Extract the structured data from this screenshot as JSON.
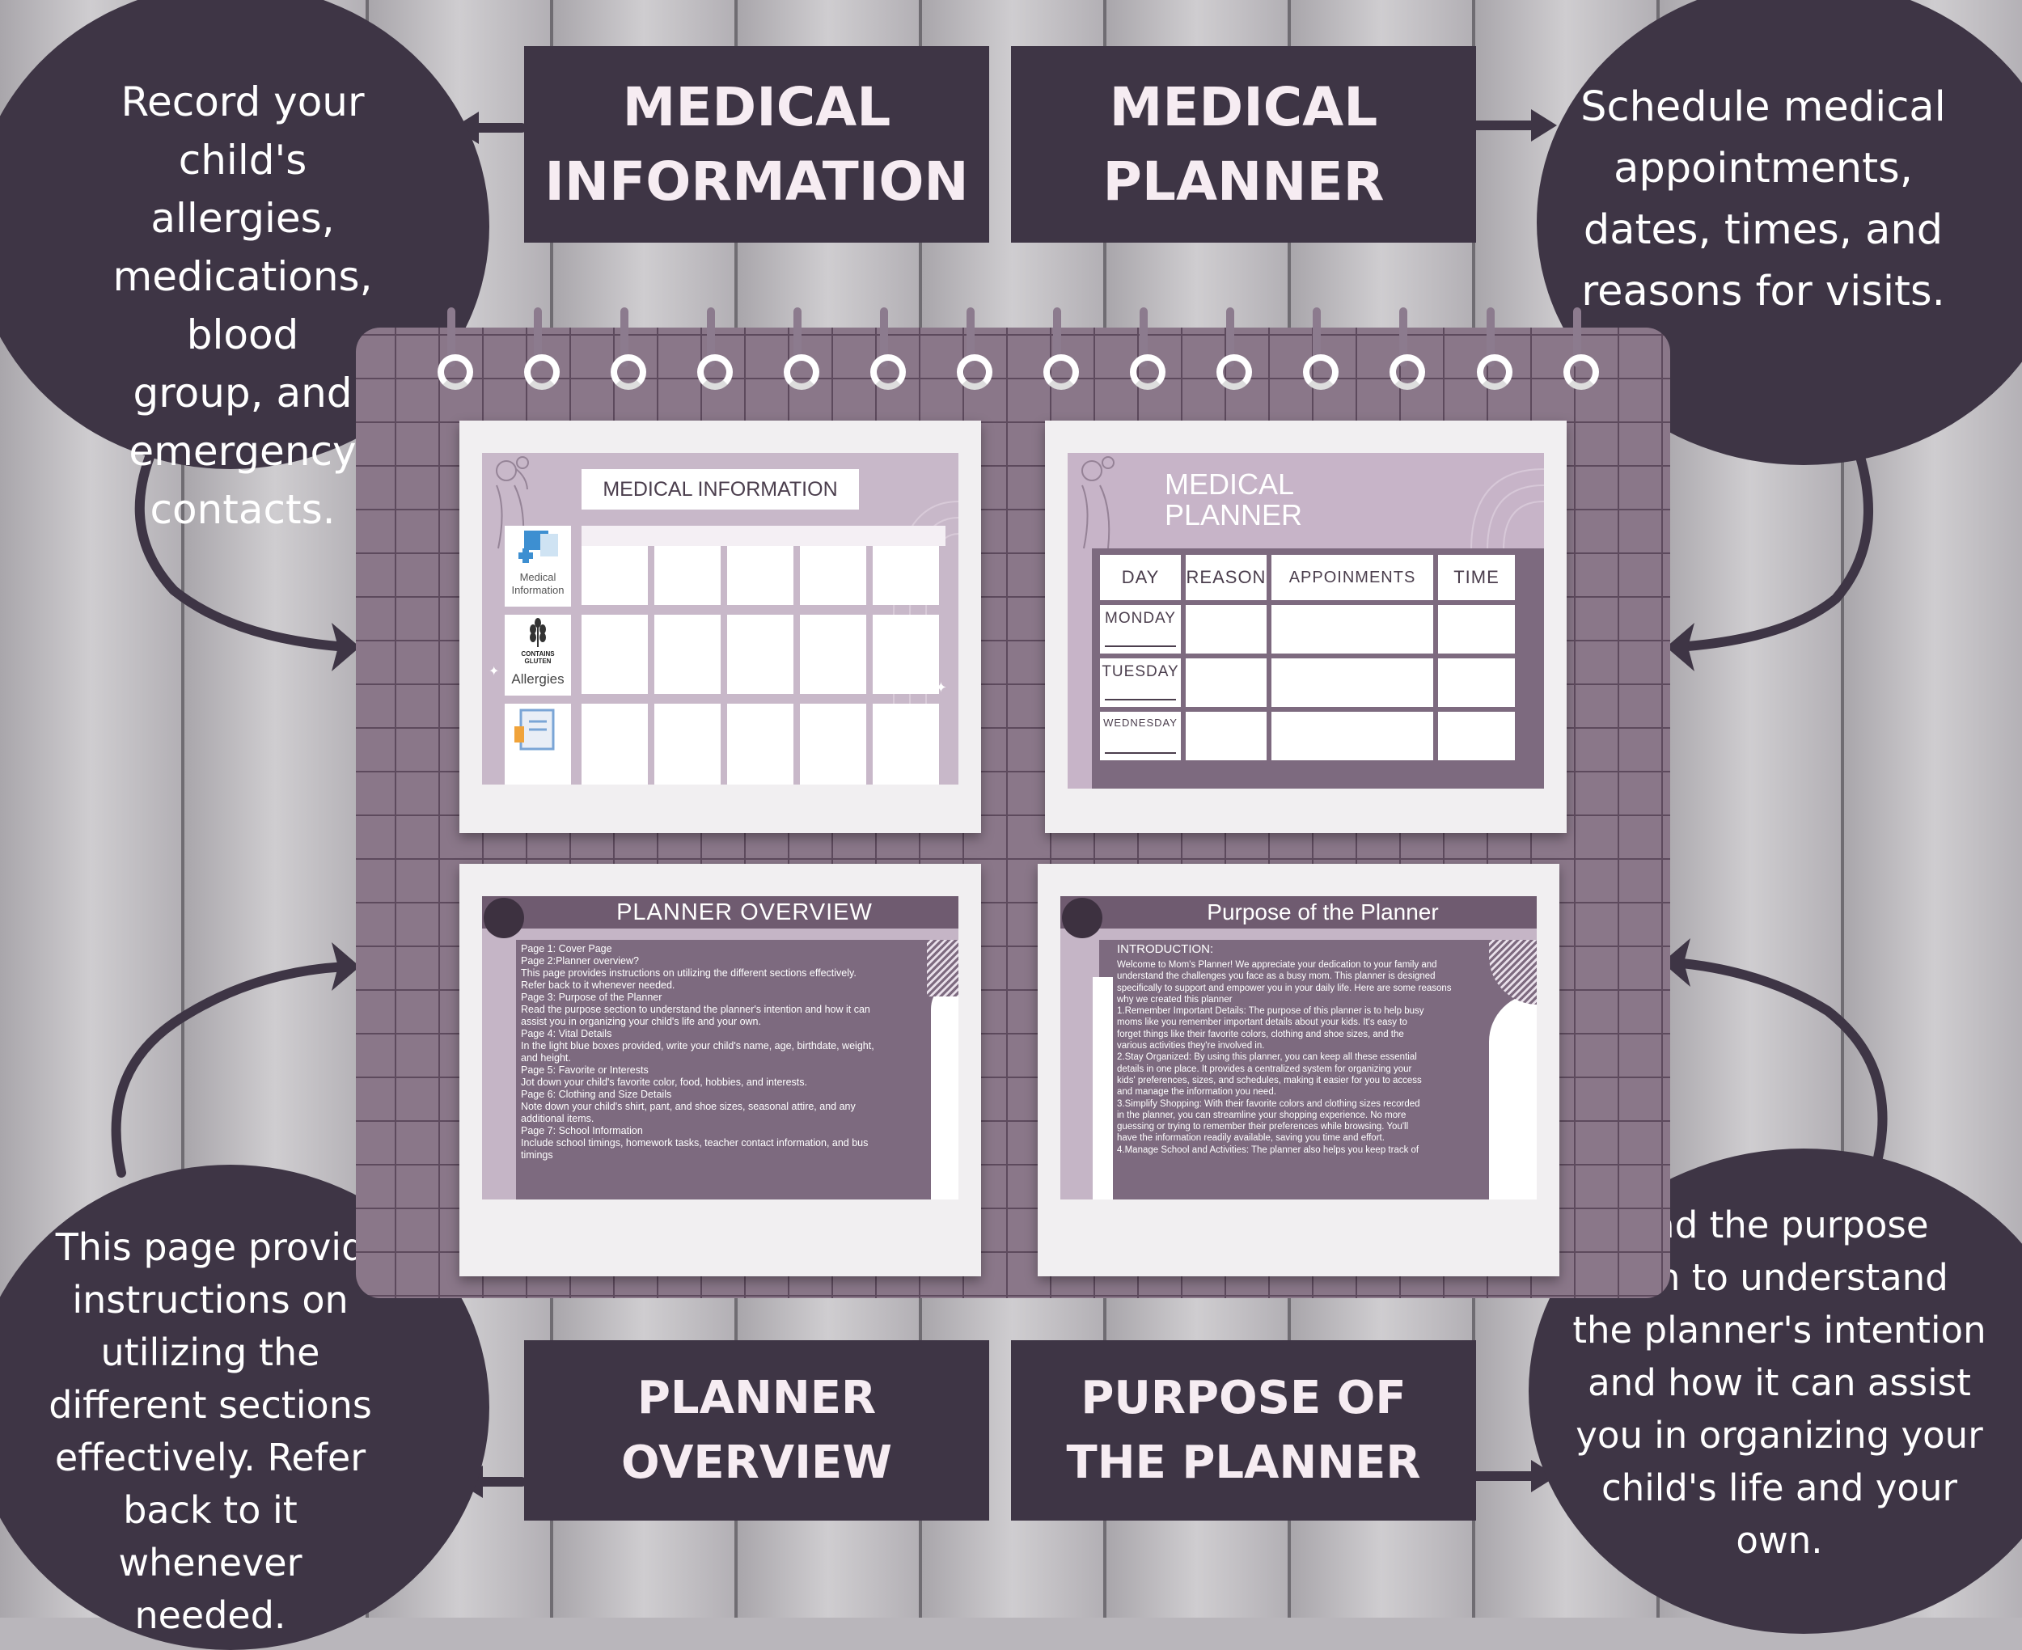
{
  "labels": {
    "medical_information": "MEDICAL\nINFORMATION",
    "medical_planner": "MEDICAL\nPLANNER",
    "planner_overview": "PLANNER\nOVERVIEW",
    "purpose_of_planner": "PURPOSE OF\nTHE PLANNER"
  },
  "circles": {
    "top_left": "Record your child's\nallergies,\nmedications, blood\ngroup, and\nemergency\ncontacts.",
    "top_right": "Schedule medical\nappointments,\ndates, times, and\nreasons for visits.",
    "bottom_left": "This page provid\ninstructions on\nutilizing the\ndifferent sections\neffectively. Refer\nback to it whenever\nneeded.",
    "bottom_right": "ead the purpose\ntion to understand\nthe planner's intention\nand how it can assist\nyou in organizing your\nchild's life and your\nown."
  },
  "slide_medical_information": {
    "title": "MEDICAL INFORMATION",
    "row1": "Medical\nInformation",
    "badge": "CONTAINS\nGLUTEN",
    "row2": "Allergies"
  },
  "slide_medical_planner": {
    "title": "MEDICAL\nPLANNER",
    "headers": [
      "DAY",
      "REASON",
      "APPOINMENTS",
      "TIME"
    ],
    "days": [
      "MONDAY",
      "TUESDAY",
      "WEDNESDAY"
    ]
  },
  "slide_planner_overview": {
    "title": "PLANNER OVERVIEW",
    "lines": [
      "Page 1: Cover Page",
      "Page 2:Planner overview?",
      "This page provides instructions on utilizing the different sections effectively.",
      "Refer back to it whenever needed.",
      "Page 3: Purpose of the Planner",
      "Read the purpose section to understand the planner's intention and how it can",
      "assist you in organizing your child's life and your own.",
      "Page 4: Vital Details",
      "In the light blue boxes provided, write your child's name, age, birthdate, weight,",
      "and height.",
      "Page 5: Favorite or Interests",
      "Jot down your child's favorite color, food, hobbies, and interests.",
      "Page 6: Clothing and Size Details",
      "Note down your child's shirt, pant, and shoe sizes, seasonal attire, and any",
      "additional items.",
      "Page 7: School Information",
      "Include school timings, homework tasks, teacher contact information, and bus",
      "timings"
    ]
  },
  "slide_purpose": {
    "title": "Purpose of the Planner",
    "heading": "INTRODUCTION:",
    "lines": [
      "Welcome to Mom's Planner! We appreciate your dedication to your family and",
      "understand the challenges you face as a busy mom. This planner is designed",
      "specifically to support and empower you in your daily life. Here are some reasons",
      "why we created this planner",
      "1.Remember Important Details: The purpose of this planner is to help busy",
      "moms like you remember important details about your kids. It's easy to",
      "forget things like their favorite colors, clothing and shoe sizes, and the",
      "various activities they're involved in.",
      "2.Stay Organized: By using this planner, you can keep all these essential",
      "details in one place. It provides a centralized system for organizing your",
      "kids' preferences, sizes, and schedules, making it easier for you to access",
      "and manage the information you need.",
      "3.Simplify Shopping: With their favorite colors and clothing sizes recorded",
      "in the planner, you can streamline your shopping experience. No more",
      "guessing or trying to remember their preferences while browsing. You'll",
      "have the information readily available, saving you time and effort.",
      "4.Manage School and Activities: The planner also helps you keep track of"
    ]
  },
  "colors": {
    "dark": "#3e3545",
    "board": "#8a7789",
    "slide_purple": "#7d6a7f",
    "slide_light": "#c7b7c8"
  }
}
